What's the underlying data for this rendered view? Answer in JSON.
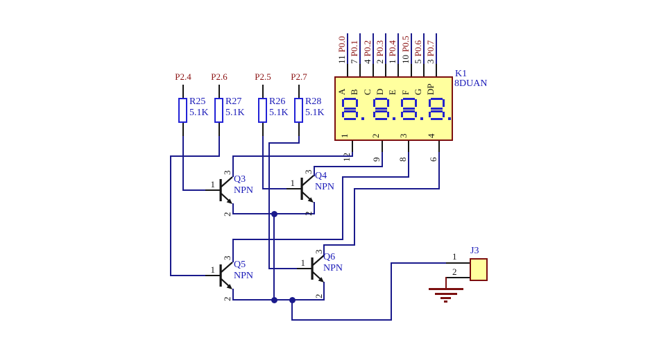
{
  "schematic": {
    "display": {
      "designator": "K1",
      "part": "8DUAN",
      "segment_pins": [
        {
          "pin": "11",
          "net": "P0.0",
          "segment": "A"
        },
        {
          "pin": "7",
          "net": "P0.1",
          "segment": "B"
        },
        {
          "pin": "4",
          "net": "P0.2",
          "segment": "C"
        },
        {
          "pin": "2",
          "net": "P0.3",
          "segment": "D"
        },
        {
          "pin": "1",
          "net": "P0.4",
          "segment": "E"
        },
        {
          "pin": "10",
          "net": "P0.5",
          "segment": "F"
        },
        {
          "pin": "5",
          "net": "P0.6",
          "segment": "G"
        },
        {
          "pin": "3",
          "net": "P0.7",
          "segment": "DP"
        }
      ],
      "digit_pins": [
        {
          "pin": "12",
          "digit": "1"
        },
        {
          "pin": "9",
          "digit": "2"
        },
        {
          "pin": "8",
          "digit": "3"
        },
        {
          "pin": "6",
          "digit": "4"
        }
      ]
    },
    "resistors": [
      {
        "net": "P2.4",
        "designator": "R25",
        "value": "5.1K"
      },
      {
        "net": "P2.6",
        "designator": "R27",
        "value": "5.1K"
      },
      {
        "net": "P2.5",
        "designator": "R26",
        "value": "5.1K"
      },
      {
        "net": "P2.7",
        "designator": "R28",
        "value": "5.1K"
      }
    ],
    "transistors": [
      {
        "designator": "Q3",
        "type": "NPN",
        "base_pin": "1",
        "collector_pin": "3",
        "emitter_pin": "2"
      },
      {
        "designator": "Q4",
        "type": "NPN",
        "base_pin": "1",
        "collector_pin": "3",
        "emitter_pin": "2"
      },
      {
        "designator": "Q5",
        "type": "NPN",
        "base_pin": "1",
        "collector_pin": "3",
        "emitter_pin": "2"
      },
      {
        "designator": "Q6",
        "type": "NPN",
        "base_pin": "1",
        "collector_pin": "3",
        "emitter_pin": "2"
      }
    ],
    "connector": {
      "designator": "J3",
      "pin1": "1",
      "pin2": "2"
    },
    "colors": {
      "wire": "#1a1a8c",
      "pin": "#151515",
      "component_fill": "#ffff9e",
      "component_border": "#7c0e0e",
      "designator_text": "#1a1ab8",
      "net_label_text": "#8a1010",
      "segment_glyph": "#2323cc",
      "ground": "#7c1010"
    }
  }
}
